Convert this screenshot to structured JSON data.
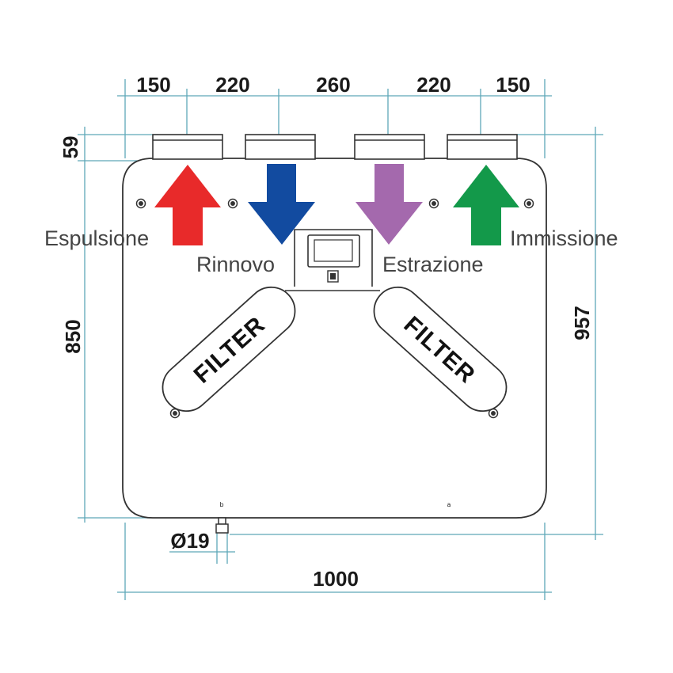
{
  "colors": {
    "dimension_line": "#5ea8b8",
    "outline": "#333333",
    "arrow_espulsione": "#e82a2a",
    "arrow_rinnovo": "#124ba0",
    "arrow_estrazione": "#a469ad",
    "arrow_immissione": "#13994a"
  },
  "dimensions": {
    "top_spacings": [
      "150",
      "220",
      "260",
      "220",
      "150"
    ],
    "spigot_height": "59",
    "body_height": "850",
    "total_height": "957",
    "drain_diameter": "Ø19",
    "total_width": "1000"
  },
  "flows": {
    "espulsione": "Espulsione",
    "rinnovo": "Rinnovo",
    "estrazione": "Estrazione",
    "immissione": "Immissione"
  },
  "filters": {
    "left": "FILTER",
    "right": "FILTER"
  },
  "corner_marks": {
    "left": "b",
    "right": "a"
  }
}
